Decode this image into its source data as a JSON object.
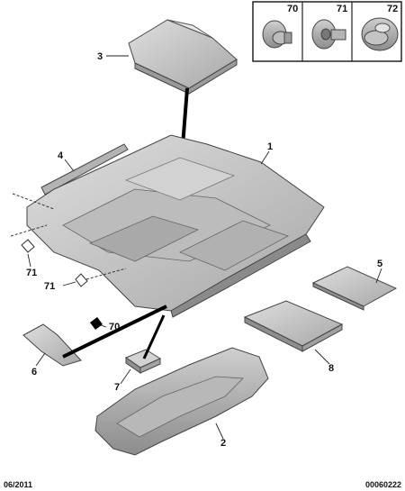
{
  "callouts": {
    "c1": "1",
    "c2": "2",
    "c3": "3",
    "c4": "4",
    "c5": "5",
    "c6": "6",
    "c7": "7",
    "c8": "8",
    "c70": "70",
    "c71a": "71",
    "c71b": "71"
  },
  "legend": [
    {
      "code": "70",
      "icon": "push-fastener-icon"
    },
    {
      "code": "71",
      "icon": "push-clip-icon"
    },
    {
      "code": "72",
      "icon": "retainer-clip-icon"
    }
  ],
  "footer": {
    "date": "06/2011",
    "code": "00060222"
  },
  "colors": {
    "part_fill": "#c9c9c9",
    "part_dark": "#8f8f8f",
    "outline": "#4a4a4a",
    "label": "#111111"
  }
}
